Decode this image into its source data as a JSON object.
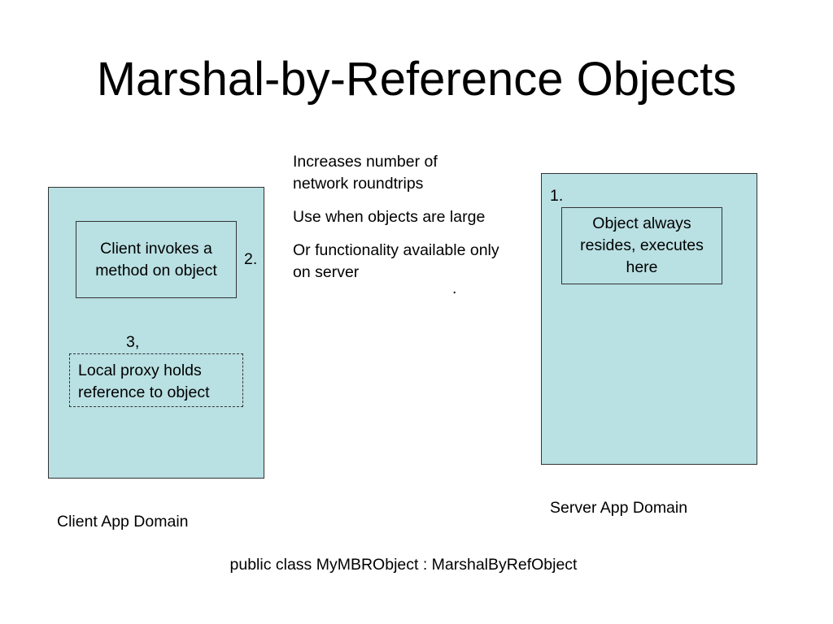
{
  "title": "Marshal-by-Reference Objects",
  "client": {
    "invoke_text": "Client invokes a method on object",
    "proxy_text": "Local proxy holds reference to object",
    "domain_label": "Client App Domain",
    "step2": "2.",
    "step3": "3,"
  },
  "server": {
    "object_text": "Object always resides, executes here",
    "domain_label": "Server App Domain",
    "step1": "1."
  },
  "notes": [
    "Increases number of network roundtrips",
    "Use when objects are large",
    "Or functionality available only on server"
  ],
  "stray_dot": ".",
  "code_line": "public class MyMBRObject : MarshalByRefObject",
  "colors": {
    "domain_fill": "#b9e0e3",
    "border": "#333333"
  }
}
